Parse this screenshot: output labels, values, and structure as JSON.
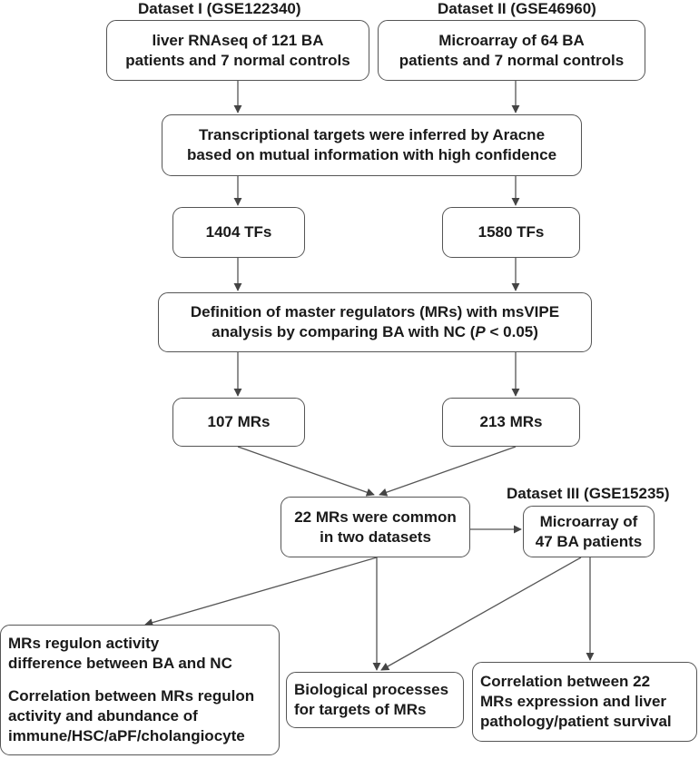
{
  "datasets": {
    "d1": "Dataset I (GSE122340)",
    "d2": "Dataset II (GSE46960)",
    "d3": "Dataset III (GSE15235)"
  },
  "boxes": {
    "rnaseq": [
      "liver RNAseq of 121 BA",
      "patients and 7 normal controls"
    ],
    "microarray64": [
      "Microarray of 64 BA",
      "patients and 7 normal controls"
    ],
    "aracne": [
      "Transcriptional targets were inferred by Aracne",
      "based on mutual information with high confidence"
    ],
    "tfs1": "1404 TFs",
    "tfs2": "1580 TFs",
    "msvipe": {
      "line1": "Definition of master regulators (MRs) with msVIPE",
      "line2_pre": "analysis by comparing BA with NC (",
      "line2_p": "P",
      "line2_post": " < 0.05)"
    },
    "mrs1": "107 MRs",
    "mrs2": "213 MRs",
    "common": [
      "22 MRs were common",
      "in two datasets"
    ],
    "microarray47": [
      "Microarray of",
      "47 BA patients"
    ],
    "regulon": [
      "MRs regulon activity",
      "difference between BA and NC",
      "Correlation between MRs regulon",
      "activity  and abundance of",
      "immune/HSC/aPF/cholangiocyte"
    ],
    "bio": [
      "Biological processes",
      "for targets of MRs"
    ],
    "corr": [
      "Correlation between 22",
      "MRs expression and liver",
      "pathology/patient survival"
    ]
  }
}
